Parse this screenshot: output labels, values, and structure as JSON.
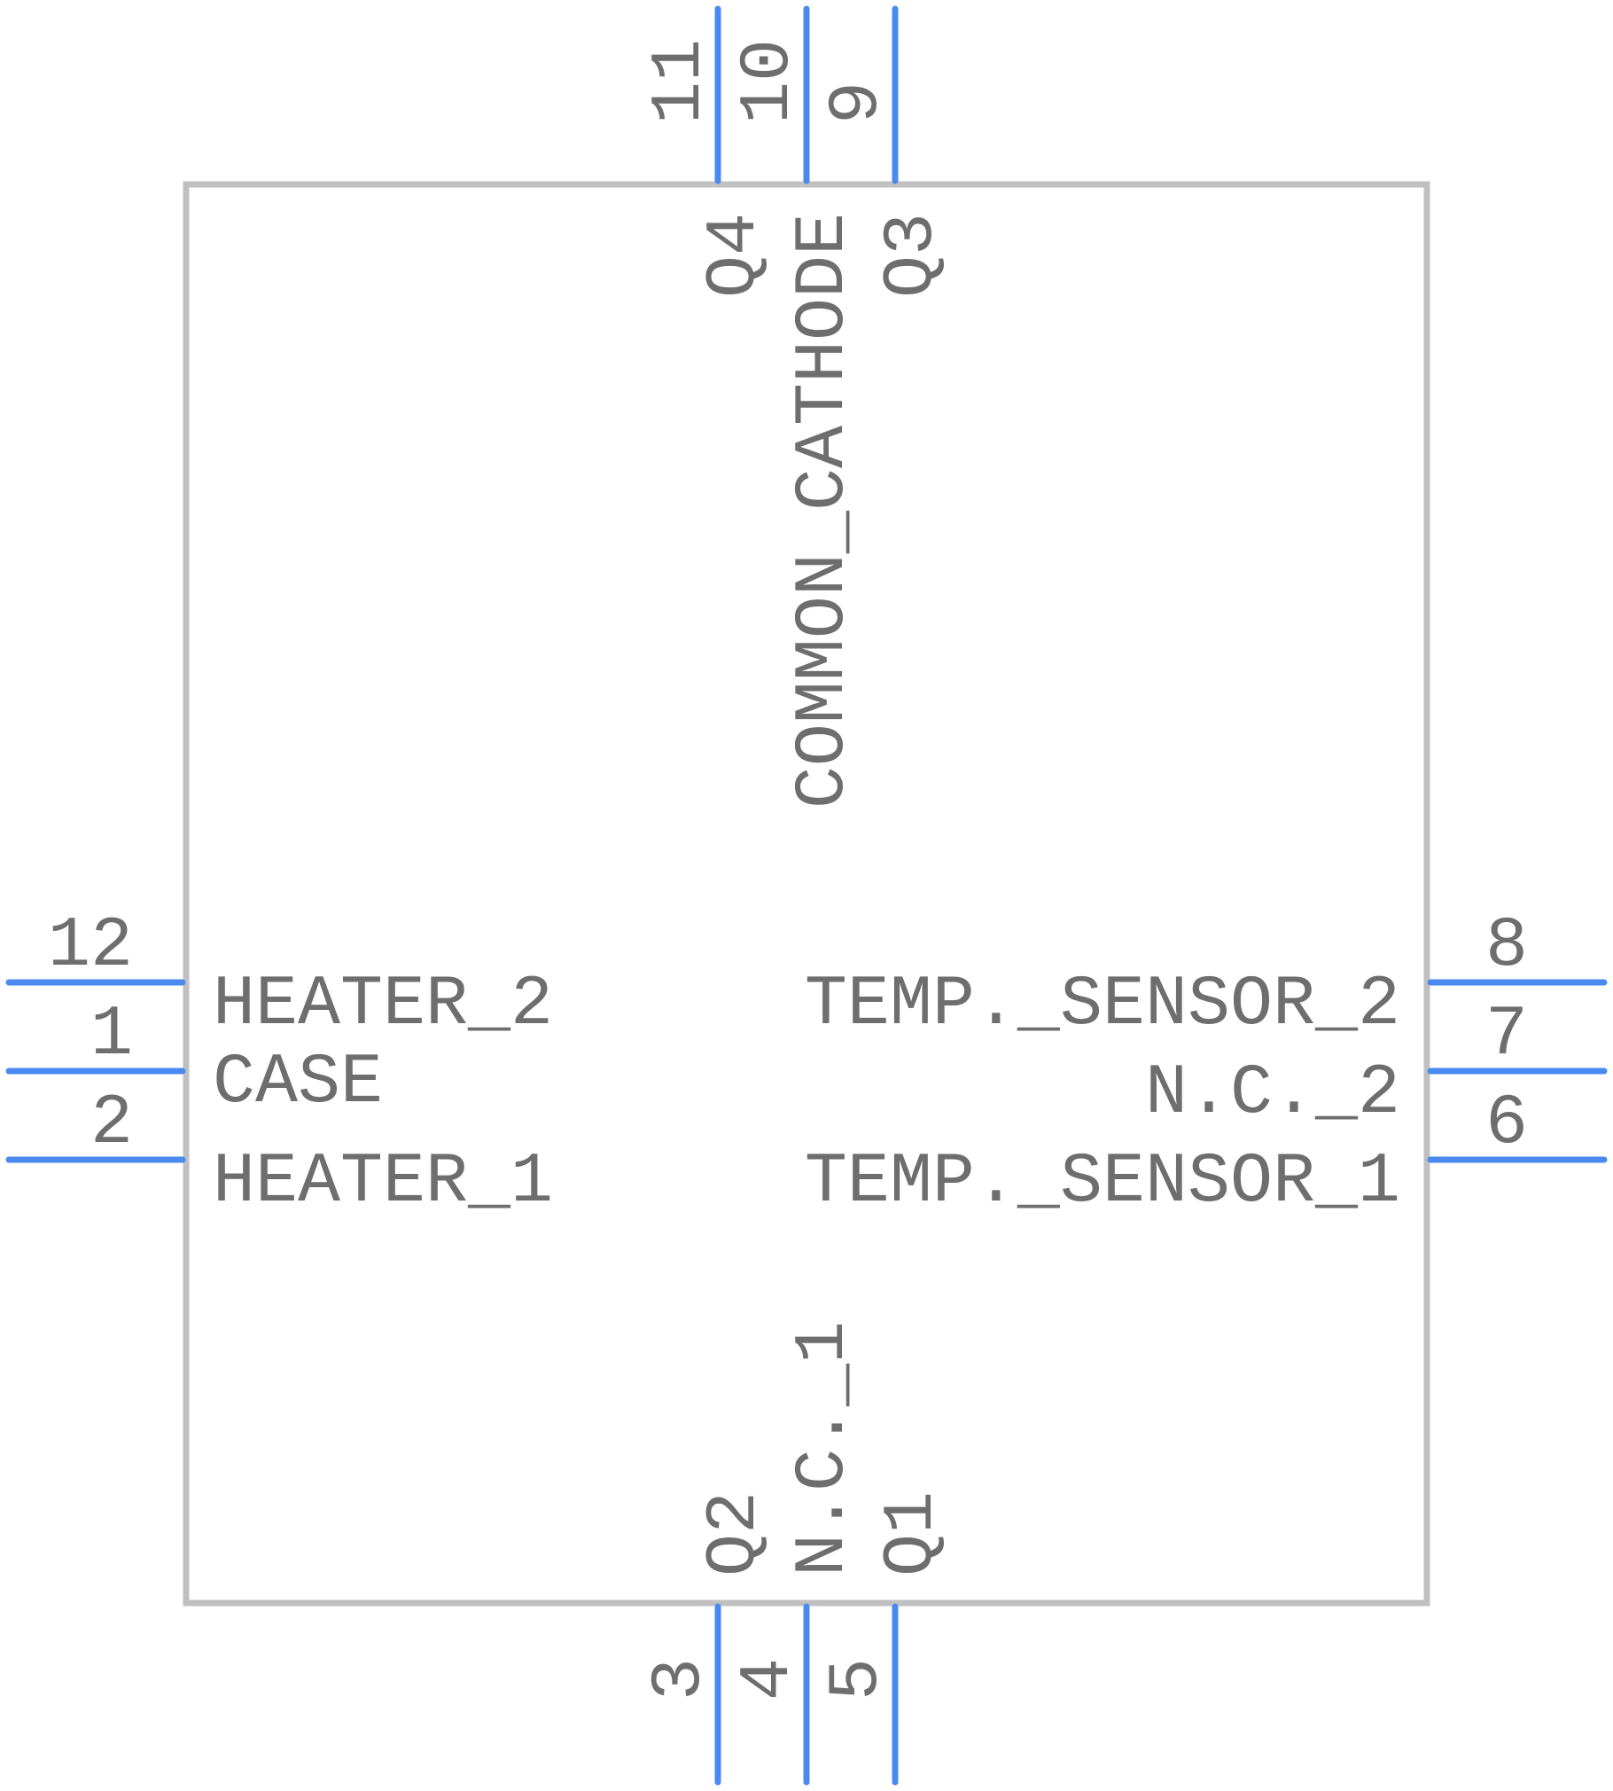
{
  "component": {
    "pin_numbers": {
      "p11": "11",
      "p10": "10",
      "p9": "9",
      "p12": "12",
      "p1": "1",
      "p2": "2",
      "p8": "8",
      "p7": "7",
      "p6": "6",
      "p3": "3",
      "p4": "4",
      "p5": "5"
    },
    "pin_names": {
      "q4": "Q4",
      "common_cathode": "COMMON_CATHODE",
      "q3": "Q3",
      "heater_2": "HEATER_2",
      "case": "CASE",
      "heater_1": "HEATER_1",
      "temp_sensor_2": "TEMP._SENSOR_2",
      "nc_2": "N.C._2",
      "temp_sensor_1": "TEMP._SENSOR_1",
      "nc_1": "N.C._1",
      "q2": "Q2",
      "q1": "Q1"
    },
    "colors": {
      "pin": "#4a8af0",
      "outline": "#c0c0c0",
      "text": "#6e6e6e"
    }
  }
}
